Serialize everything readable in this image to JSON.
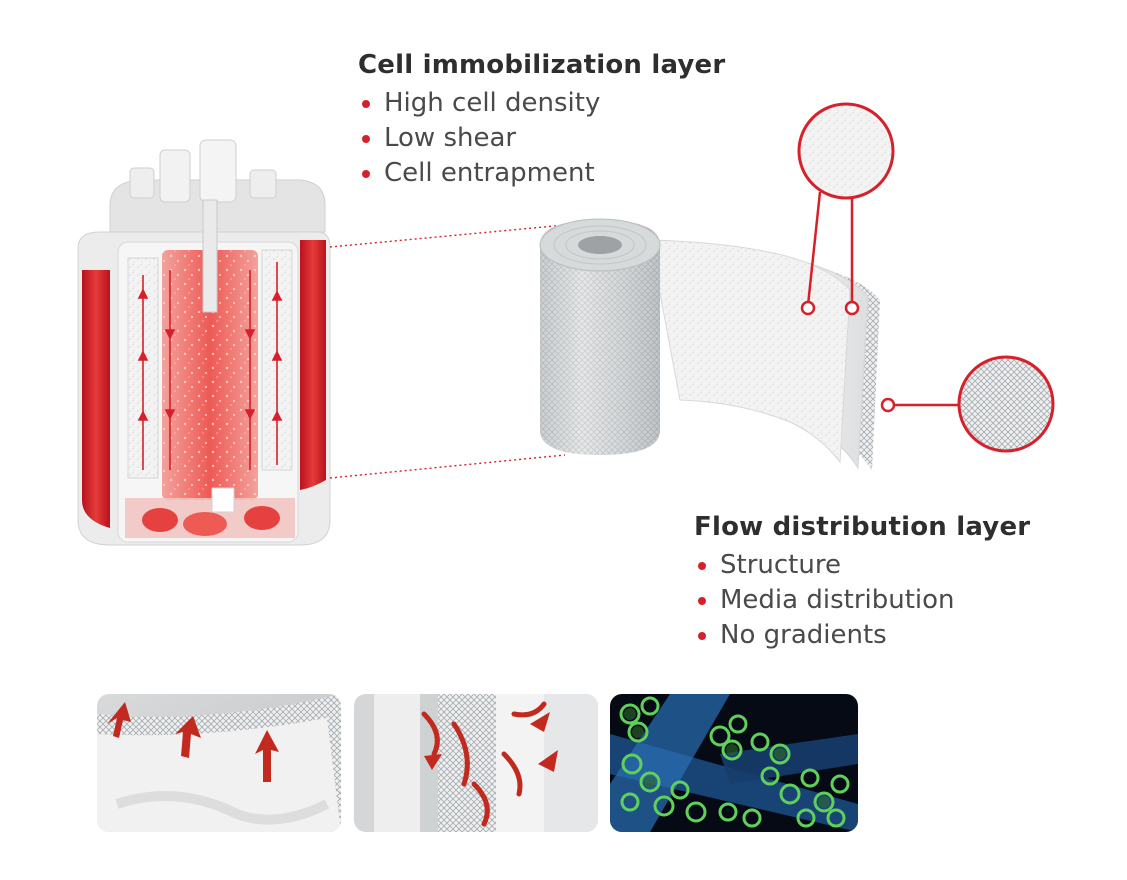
{
  "colors": {
    "accent": "#d6202b",
    "red_light": "#f06a64",
    "grey_text": "#4a4a4a",
    "mesh_grey": "#c9ccce",
    "cell_green": "#5fd15a",
    "fiber_blue": "#2a6fb5"
  },
  "callouts": {
    "immobilization": {
      "title": "Cell immobilization layer",
      "items": [
        "High cell density",
        "Low shear",
        "Cell entrapment"
      ]
    },
    "flow": {
      "title": "Flow distribution layer",
      "items": [
        "Structure",
        "Media distribution",
        "No gradients"
      ]
    }
  },
  "icons": {
    "bullet": "bullet-dot-icon",
    "flow_arrow": "flow-arrow-icon",
    "magnifier": "magnifier-circle-icon"
  }
}
